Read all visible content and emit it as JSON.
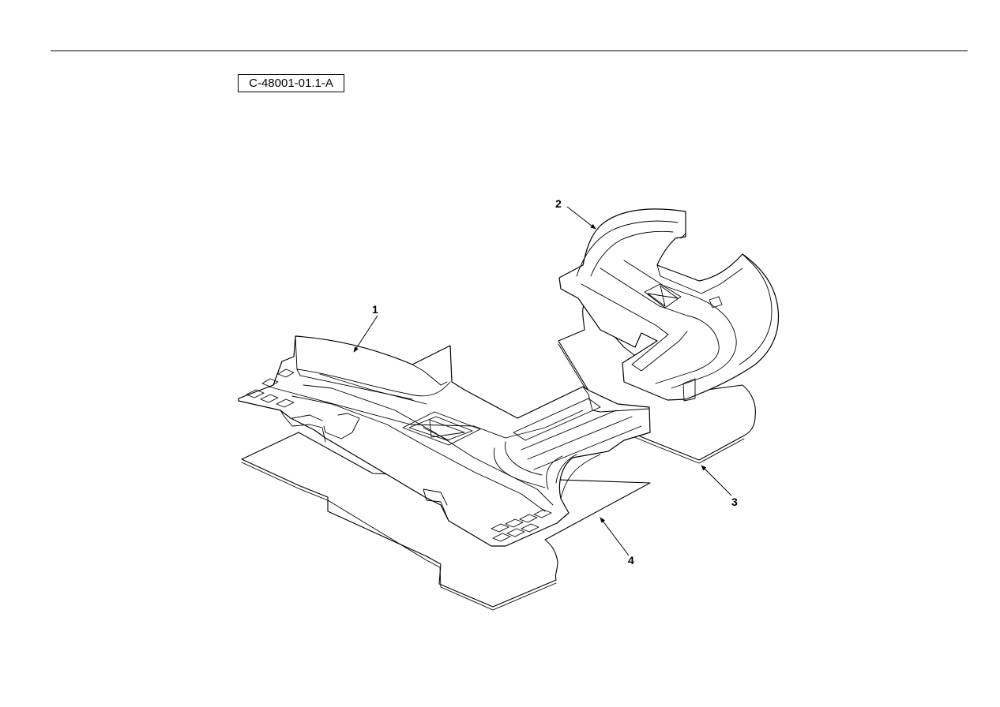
{
  "figure": {
    "id": "C-48001-01.1-A"
  },
  "callouts": [
    {
      "label": "1"
    },
    {
      "label": "2"
    },
    {
      "label": "3"
    },
    {
      "label": "4"
    }
  ]
}
